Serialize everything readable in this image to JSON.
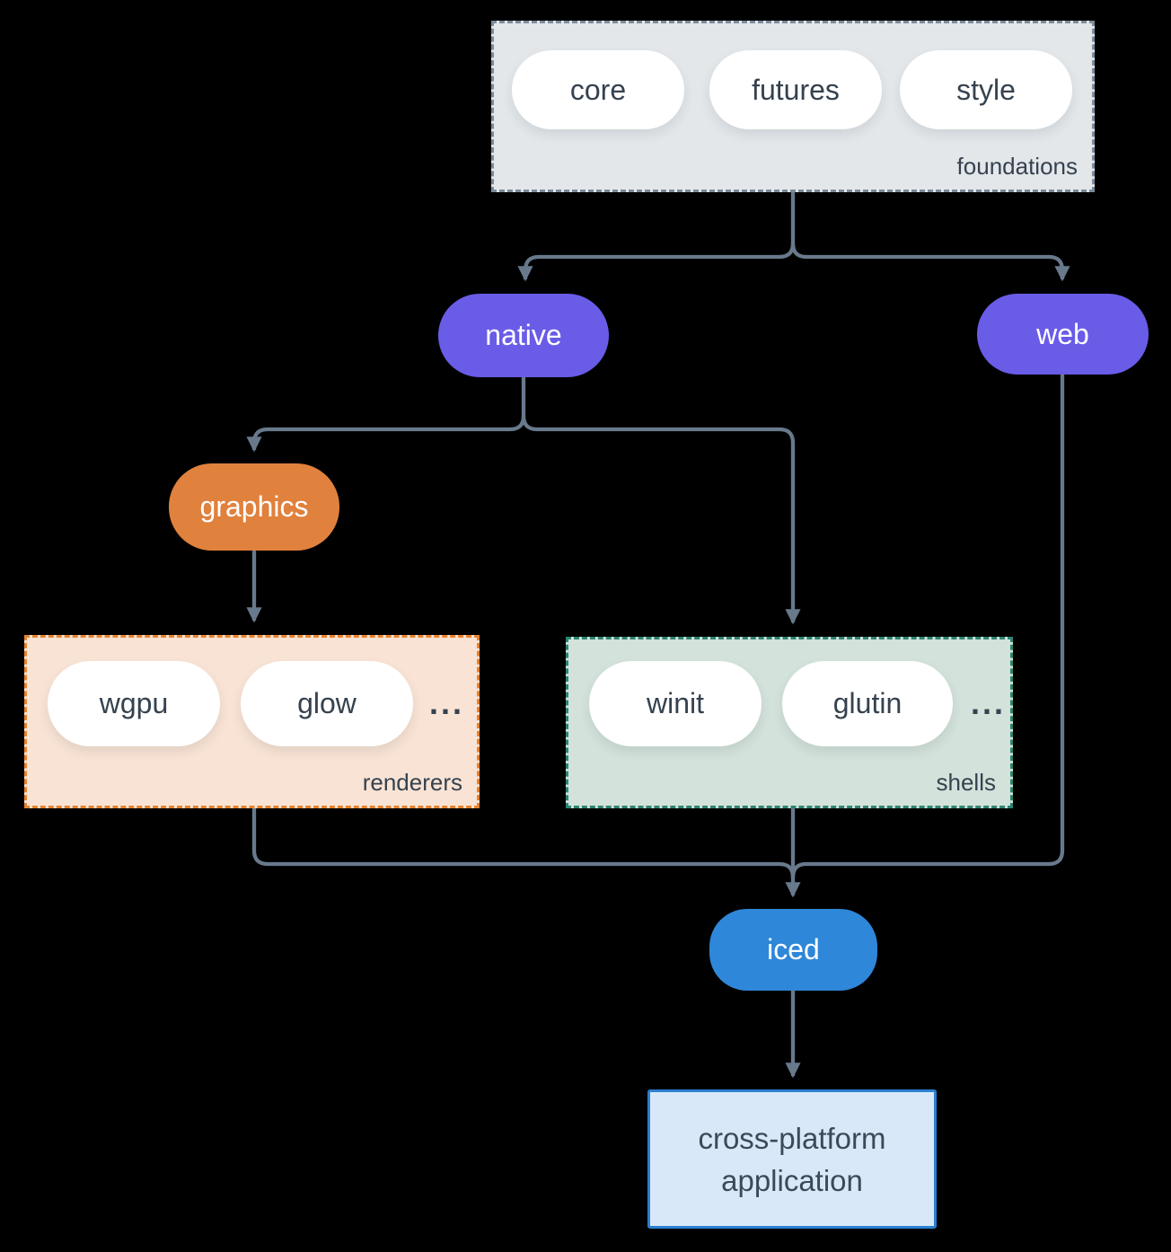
{
  "diagram": {
    "foundations": {
      "label": "foundations",
      "pills": [
        "core",
        "futures",
        "style"
      ]
    },
    "native": {
      "label": "native"
    },
    "web": {
      "label": "web"
    },
    "graphics": {
      "label": "graphics"
    },
    "renderers": {
      "label": "renderers",
      "pills": [
        "wgpu",
        "glow"
      ],
      "ellipsis": "..."
    },
    "shells": {
      "label": "shells",
      "pills": [
        "winit",
        "glutin"
      ],
      "ellipsis": "..."
    },
    "iced": {
      "label": "iced"
    },
    "application": {
      "line1": "cross-platform",
      "line2": "application"
    }
  },
  "colors": {
    "background": "#000000",
    "arrow": "#68798c",
    "foundations_bg": "#e3e7ea",
    "foundations_border": "#7b8b9a",
    "purple_node": "#695ce7",
    "orange_node": "#e0813d",
    "blue_node": "#2e87d8",
    "renderers_bg": "#f9e3d4",
    "renderers_border": "#e8832e",
    "shells_bg": "#d3e2da",
    "shells_border": "#2c8471",
    "app_bg": "#d9e8f8",
    "app_border": "#2b7fd0",
    "text_dark": "#35424f",
    "text_light": "#ffffff"
  }
}
